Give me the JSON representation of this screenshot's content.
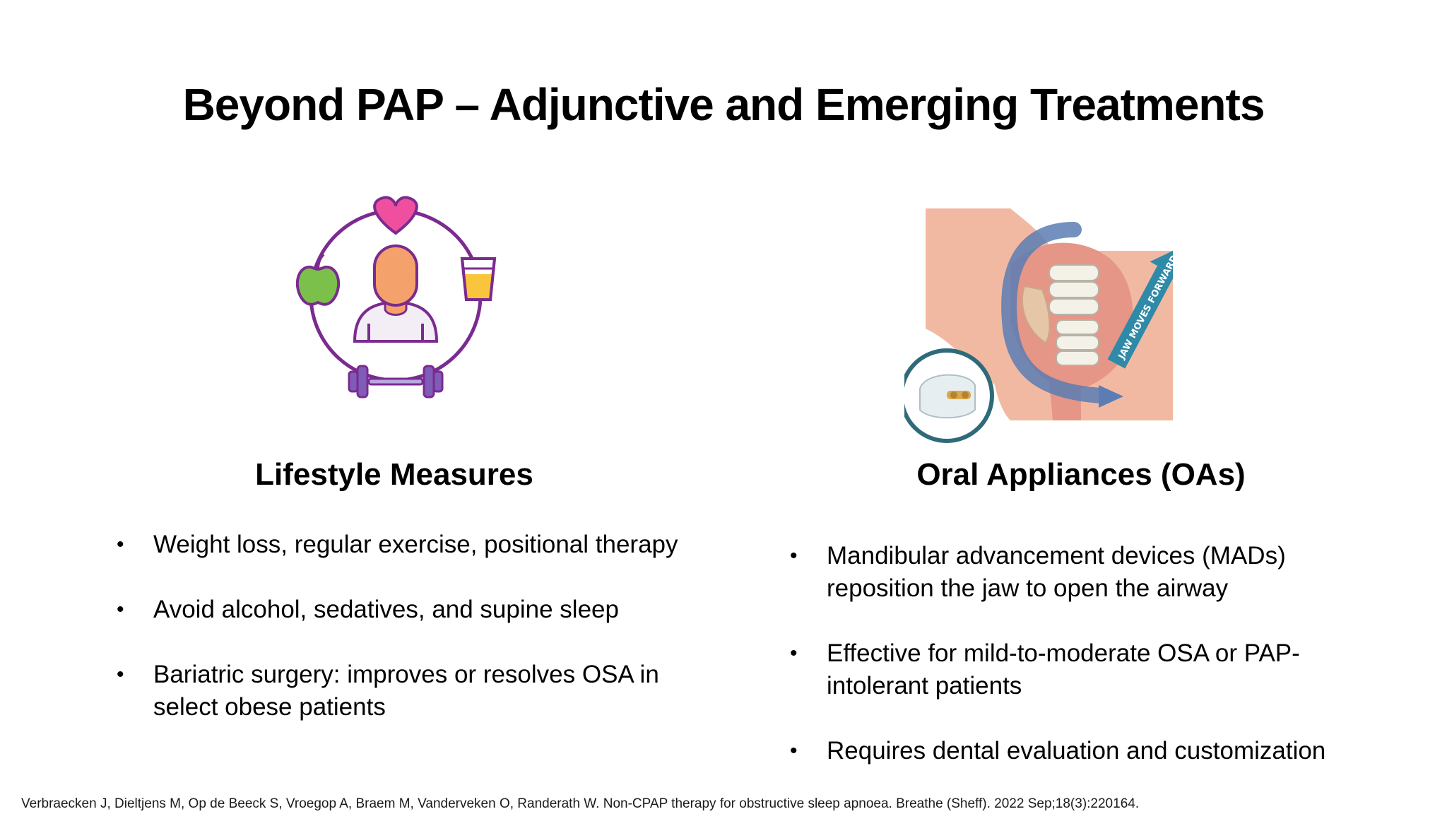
{
  "slide": {
    "title": "Beyond PAP – Adjunctive and Emerging Treatments"
  },
  "left_column": {
    "heading": "Lifestyle Measures",
    "illustration_icons": [
      "heart-icon",
      "person-icon",
      "apple-icon",
      "glass-icon",
      "dumbbell-icon"
    ],
    "bullets": [
      "Weight loss, regular exercise, positional therapy",
      "Avoid alcohol, sedatives, and supine sleep",
      "Bariatric surgery: improves or resolves OSA in select obese patients"
    ]
  },
  "right_column": {
    "heading": "Oral Appliances (OAs)",
    "illustration_label": "JAW MOVES FORWARD",
    "bullets": [
      "Mandibular advancement devices (MADs) reposition the jaw to open the airway",
      "Effective for mild-to-moderate OSA or PAP-intolerant patients",
      "Requires dental evaluation and customization"
    ]
  },
  "bullet_glyph": "•",
  "citation": "Verbraecken J, Dieltjens M, Op de Beeck S, Vroegop A, Braem M, Vanderveken O, Randerath W. Non-CPAP therapy for obstructive sleep apnoea. Breathe (Sheff). 2022 Sep;18(3):220164.",
  "colors": {
    "ring": "#7b2b8f",
    "heart": "#f04fa0",
    "skin": "#f5a16b",
    "apple": "#7bc04a",
    "juice": "#f9c53d",
    "dumbbell": "#7e5cb8",
    "face_tissue": "#f2b9a2",
    "airway_arrow": "#5b7db3",
    "forward_arrow": "#2f8aa8",
    "inset_ring": "#2f6a7a"
  }
}
